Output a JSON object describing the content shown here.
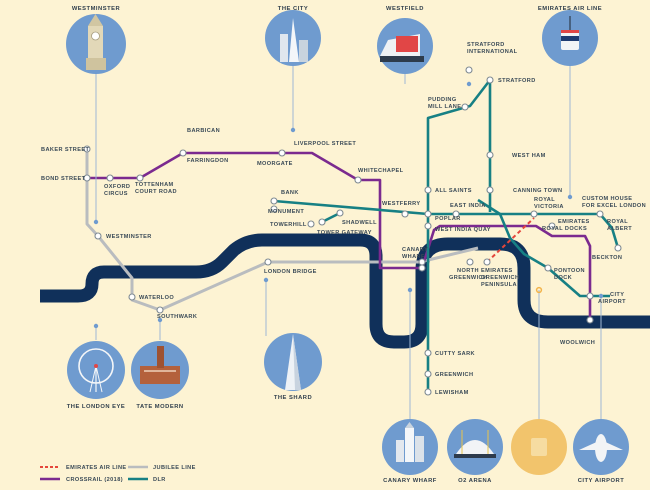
{
  "colors": {
    "background": "#fdf3d3",
    "thames": "#10305a",
    "dlr": "#178084",
    "crossrail": "#7b2a8f",
    "jubilee": "#b9bcbf",
    "air_line": "#e4463b",
    "poi_circle": "#6f9bcf",
    "poi_highlight": "#f2c46c",
    "station_fill": "#ffffff",
    "station_stroke": "#7f8a92"
  },
  "stations": {
    "baker_street": "BAKER STREET",
    "bond_street": "BOND STREET",
    "oxford_circus": "OXFORD CIRCUS",
    "tottenham_court_road": "TOTTENHAM COURT ROAD",
    "barbican": "BARBICAN",
    "farringdon": "FARRINGDON",
    "liverpool_street": "LIVERPOOL STREET",
    "moorgate": "MOORGATE",
    "whitechapel": "WHITECHAPEL",
    "bank": "BANK",
    "monument": "MONUMENT",
    "tower_hill": "TOWERHILL",
    "tower_gateway": "TOWER GATEWAY",
    "shadwell": "SHADWELL",
    "westferry": "WESTFERRY",
    "westminster": "WESTMINSTER",
    "waterloo": "WATERLOO",
    "southwark": "SOUTHWARK",
    "london_bridge": "LONDON BRIDGE",
    "canary_wharf": "CANARY WHARF",
    "stratford_international": "STRATFORD INTERNATIONAL",
    "stratford": "STRATFORD",
    "pudding_mill_lane": "PUDDING MILL LANE",
    "west_ham": "WEST HAM",
    "all_saints": "ALL SAINTS",
    "canning_town": "CANNING TOWN",
    "east_india": "EAST INDIA",
    "poplar": "POPLAR",
    "west_india_quay": "WEST INDIA QUAY",
    "royal_victoria": "ROYAL VICTORIA",
    "emirates_royal_docks": "EMIRATES ROYAL DOCKS",
    "custom_house": "CUSTOM HOUSE FOR EXCEL LONDON",
    "royal_albert": "ROYAL ALBERT",
    "beckton": "BECKTON",
    "north_greenwich": "NORTH GREENWICH",
    "emirates_greenwich_peninsula": "EMIRATES GREENWICH PENINSULA",
    "pontoon_dock": "PONTOON DOCK",
    "london_city_airport_stn": "CITY AIRPORT",
    "woolwich": "WOOLWICH",
    "cutty_sark": "CUTTY SARK",
    "greenwich": "GREENWICH",
    "lewisham": "LEWISHAM"
  },
  "pois": {
    "westminster": "WESTMINSTER",
    "the_city": "THE CITY",
    "westfield": "WESTFIELD",
    "emirates_air_line": "EMIRATES AIR LINE",
    "london_eye": "THE LONDON EYE",
    "tate_modern": "TATE MODERN",
    "the_shard": "THE SHARD",
    "canary_wharf": "CANARY WHARF",
    "o2_arena": "O2 ARENA",
    "city_airport": "CITY AIRPORT"
  },
  "legend": {
    "air_line": "EMIRATES AIR LINE",
    "jubilee": "JUBILEE LINE",
    "crossrail": "CROSSRAIL (2018)",
    "dlr": "DLR"
  }
}
